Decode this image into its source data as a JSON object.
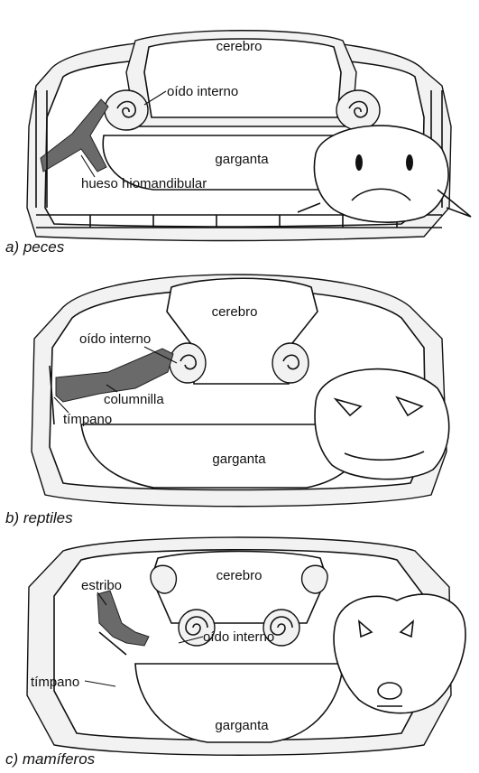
{
  "panels": [
    {
      "caption": "a) peces",
      "labels": {
        "cerebro": "cerebro",
        "inner_ear": "oído interno",
        "throat": "garganta",
        "bone": "hueso hiomandibular"
      }
    },
    {
      "caption": "b) reptiles",
      "labels": {
        "cerebro": "cerebro",
        "inner_ear": "oído interno",
        "bone": "columnilla",
        "eardrum": "tímpano",
        "throat": "garganta"
      }
    },
    {
      "caption": "c) mamíferos",
      "labels": {
        "cerebro": "cerebro",
        "stapes": "estribo",
        "inner_ear": "oído interno",
        "eardrum": "tímpano",
        "throat": "garganta"
      }
    }
  ],
  "colors": {
    "highlight_bone": "#6a6a6a",
    "bone_fill": "#f2f2f2",
    "outline": "#111111"
  }
}
